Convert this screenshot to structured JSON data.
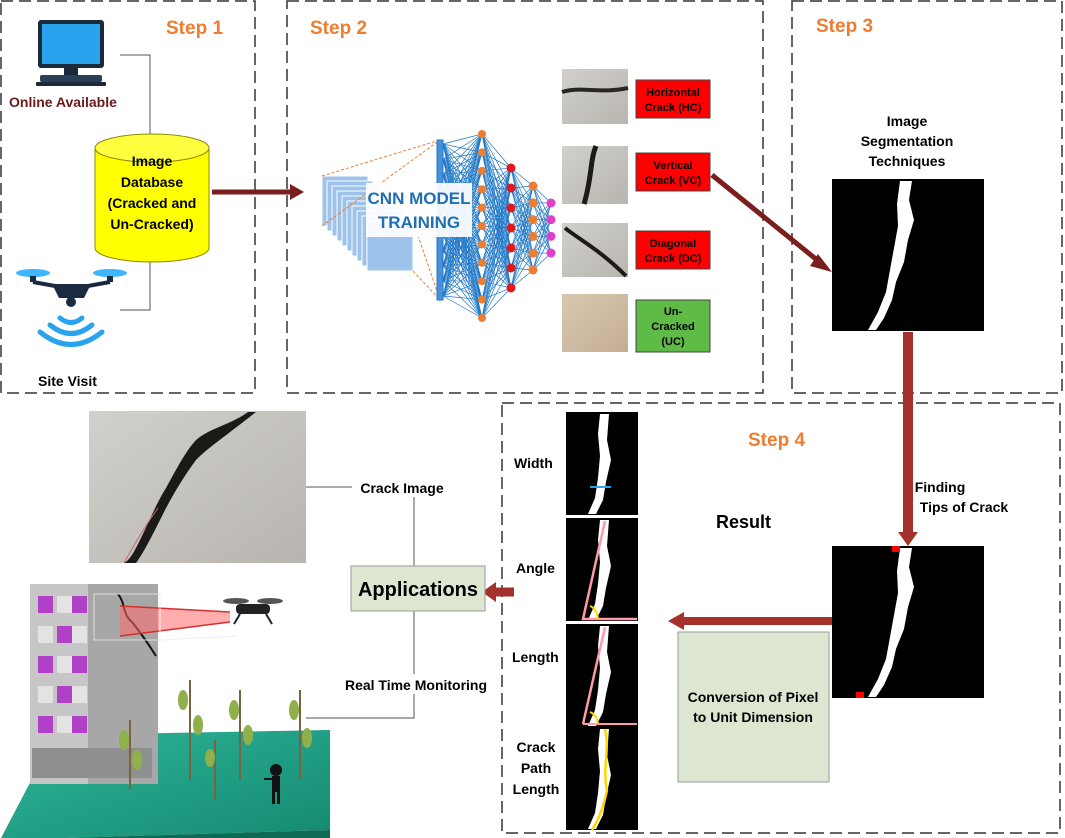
{
  "steps": {
    "step1": "Step 1",
    "step2": "Step 2",
    "step3": "Step 3",
    "step4": "Step 4"
  },
  "step1": {
    "online_label": "Online Available",
    "db_line1": "Image",
    "db_line2": "Database",
    "db_line3": "(Cracked and",
    "db_line4": "Un-Cracked)",
    "site_visit_label": "Site Visit"
  },
  "step2": {
    "cnn_line1": "CNN MODEL",
    "cnn_line2": "TRAINING",
    "classes": [
      {
        "line1": "Horizontal",
        "line2": "Crack (HC)",
        "line3": "",
        "color": "#FF0000"
      },
      {
        "line1": "Vertical",
        "line2": "Crack (VC)",
        "line3": "",
        "color": "#FF0000"
      },
      {
        "line1": "Diagonal",
        "line2": "Crack (DC)",
        "line3": "",
        "color": "#FF0000"
      },
      {
        "line1": "Un-",
        "line2": "Cracked",
        "line3": "(UC)",
        "color": "#5DBB46"
      }
    ]
  },
  "step3": {
    "seg_line1": "Image",
    "seg_line2": "Segmentation",
    "seg_line3": "Techniques",
    "tips_line1": "Finding",
    "tips_line2": "Tips of Crack"
  },
  "step4": {
    "result_label": "Result",
    "width_label": "Width",
    "angle_label": "Angle",
    "length_label": "Length",
    "crack_path_line1": "Crack",
    "crack_path_line2": "Path",
    "crack_path_line3": "Length",
    "conversion_line1": "Conversion of Pixel",
    "conversion_line2": "to Unit Dimension"
  },
  "applications": {
    "title": "Applications",
    "crack_image_label": "Crack Image",
    "real_time_label": "Real Time Monitoring"
  },
  "colors": {
    "step_orange": "#ED7D31",
    "arrow_dark": "#7B1E1E",
    "arrow_red": "#A5322A",
    "database_yellow": "#FFFF00",
    "panel_green": "#DCE6D0",
    "cnn_blue": "#1F78C8"
  }
}
